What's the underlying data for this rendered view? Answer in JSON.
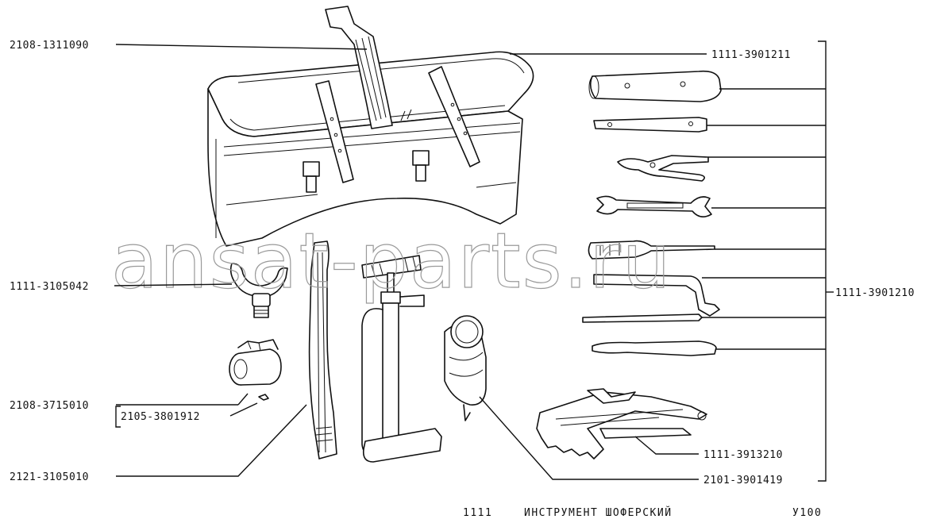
{
  "watermark": "ansat-parts.ru",
  "callouts": {
    "strap": "2108-1311090",
    "bag": "1111-3901211",
    "tool_set": "1111-3901210",
    "yoke": "1111-3105042",
    "lamp": "2108-3715010",
    "pin": "2105-3801912",
    "handle": "2121-3105010",
    "jack": "1111-3913210",
    "gauge": "2101-3901419"
  },
  "caption": {
    "model": "1111",
    "title": "ИНСТРУМЕНТ ШОФЕРСКИЙ",
    "code": "У100"
  }
}
